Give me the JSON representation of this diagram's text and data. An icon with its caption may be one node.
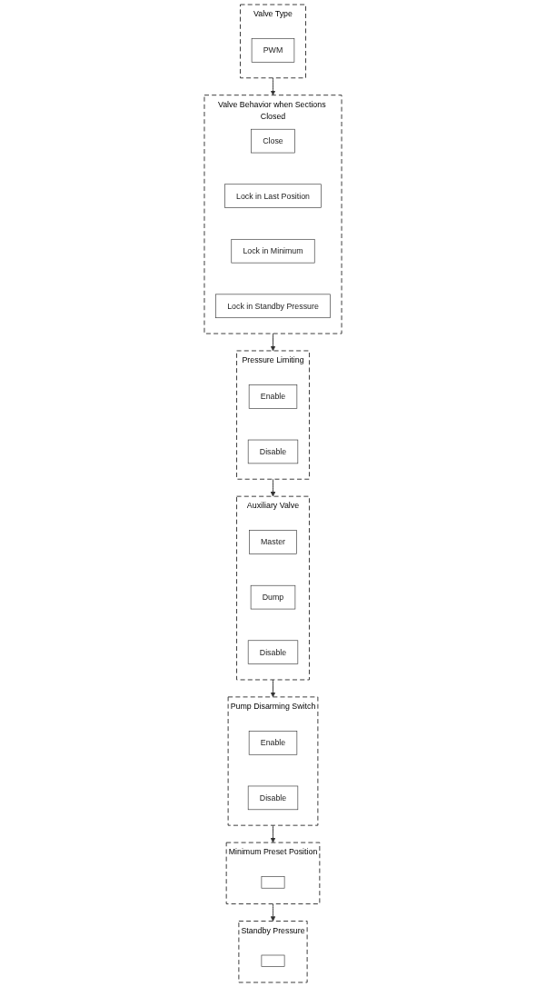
{
  "diagram": {
    "nodes": [
      {
        "text": [
          "Valve Type"
        ]
      },
      {
        "text": [
          "PWM"
        ],
        "in": 0
      },
      {
        "text": [
          "Valve Behavior when Sections Closed"
        ]
      },
      {
        "text": [
          "Close"
        ],
        "in": 2
      },
      {
        "text": [
          "Lock in Last Position"
        ],
        "in": 2
      },
      {
        "text": [
          "Lock in Minimum"
        ],
        "in": 2
      },
      {
        "text": [
          "Lock in Standby Pressure"
        ],
        "in": 2
      },
      {
        "text": [
          "Pressure Limiting"
        ]
      },
      {
        "text": [
          "Enable"
        ],
        "in": 7
      },
      {
        "text": [
          "Disable"
        ],
        "in": 7
      },
      {
        "text": [
          "Auxiliary Valve"
        ]
      },
      {
        "text": [
          "Master"
        ],
        "in": 10
      },
      {
        "text": [
          "Dump"
        ],
        "in": 10
      },
      {
        "text": [
          "Disable"
        ],
        "in": 10
      },
      {
        "text": [
          "Pump Disarming Switch"
        ]
      },
      {
        "text": [
          "Enable"
        ],
        "in": 14
      },
      {
        "text": [
          "Disable"
        ],
        "in": 14
      },
      {
        "text": [
          "Minimum Preset Position"
        ]
      },
      {
        "text": [],
        "shape": "box",
        "in": 17
      },
      {
        "text": [
          "Standby Pressure"
        ]
      },
      {
        "text": [],
        "shape": "box",
        "in": 19
      }
    ],
    "edges": [
      {
        "from": 0,
        "to": 2,
        "arrow": "to"
      },
      {
        "from": 2,
        "to": 7,
        "arrow": "to"
      },
      {
        "from": 7,
        "to": 10,
        "arrow": "to"
      },
      {
        "from": 10,
        "to": 14,
        "arrow": "to"
      },
      {
        "from": 14,
        "to": 17,
        "arrow": "to"
      },
      {
        "from": 17,
        "to": 19,
        "arrow": "to"
      }
    ]
  }
}
